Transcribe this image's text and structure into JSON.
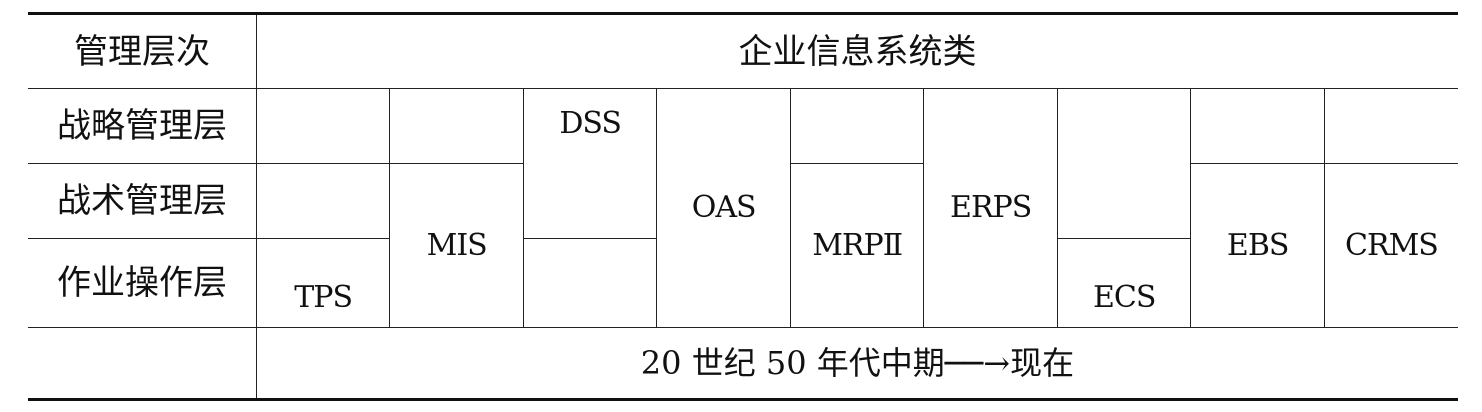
{
  "header": {
    "level_header": "管理层次",
    "category_header": "企业信息系统类"
  },
  "levels": {
    "strategic": "战略管理层",
    "tactical": "战术管理层",
    "operational": "作业操作层"
  },
  "systems": {
    "tps": "TPS",
    "mis": "MIS",
    "dss": "DSS",
    "oas": "OAS",
    "mrp": "MRPⅡ",
    "erps": "ERPS",
    "ecs": "ECS",
    "ebs": "EBS",
    "crms": "CRMS"
  },
  "footer": {
    "timeline": "20 世纪 50 年代中期──→现在"
  }
}
